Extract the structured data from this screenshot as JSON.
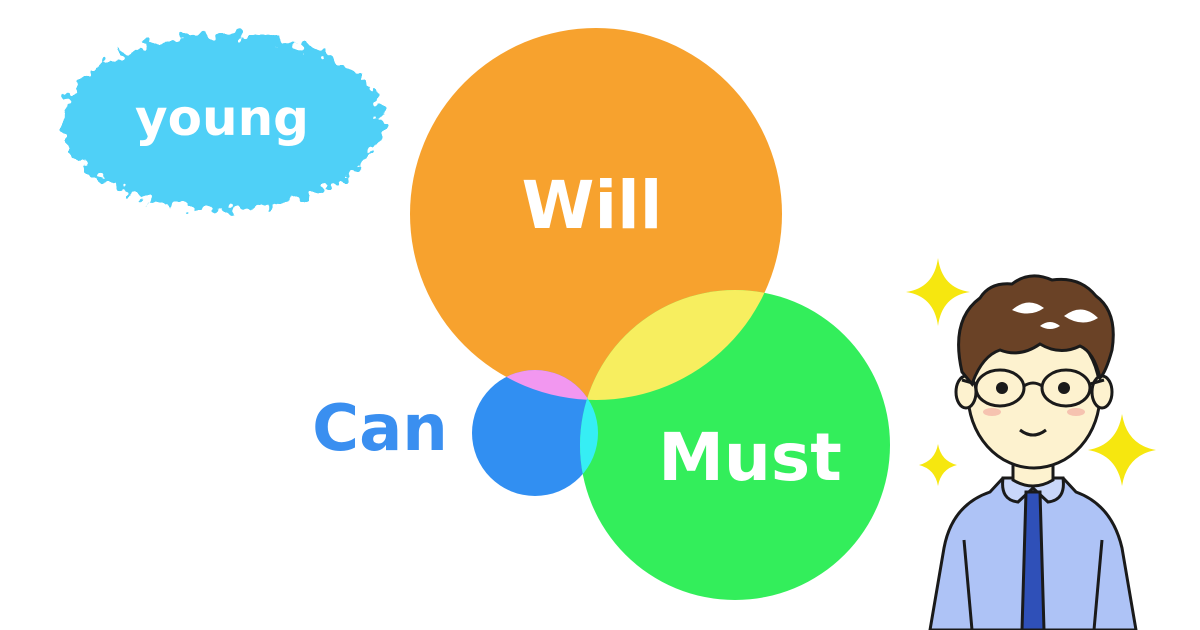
{
  "badge": {
    "text": "young",
    "color": "#4fd0f7"
  },
  "venn": {
    "will": {
      "label": "Will",
      "color": "#f7a22e"
    },
    "must": {
      "label": "Must",
      "color": "#33ee5b"
    },
    "can": {
      "label": "Can",
      "color": "#318ff2",
      "label_color": "#3a8ff0"
    },
    "overlap_colors": {
      "will_must": "#f7ee5f",
      "will_can": "#f297f0",
      "must_can": "#36eef4"
    }
  },
  "character": {
    "description_icon": "happy-man-icon",
    "sparkle_color": "#f6e70f",
    "shirt_color": "#aec3f6",
    "tie_color": "#2f50b8",
    "hair_color": "#6a4226"
  }
}
